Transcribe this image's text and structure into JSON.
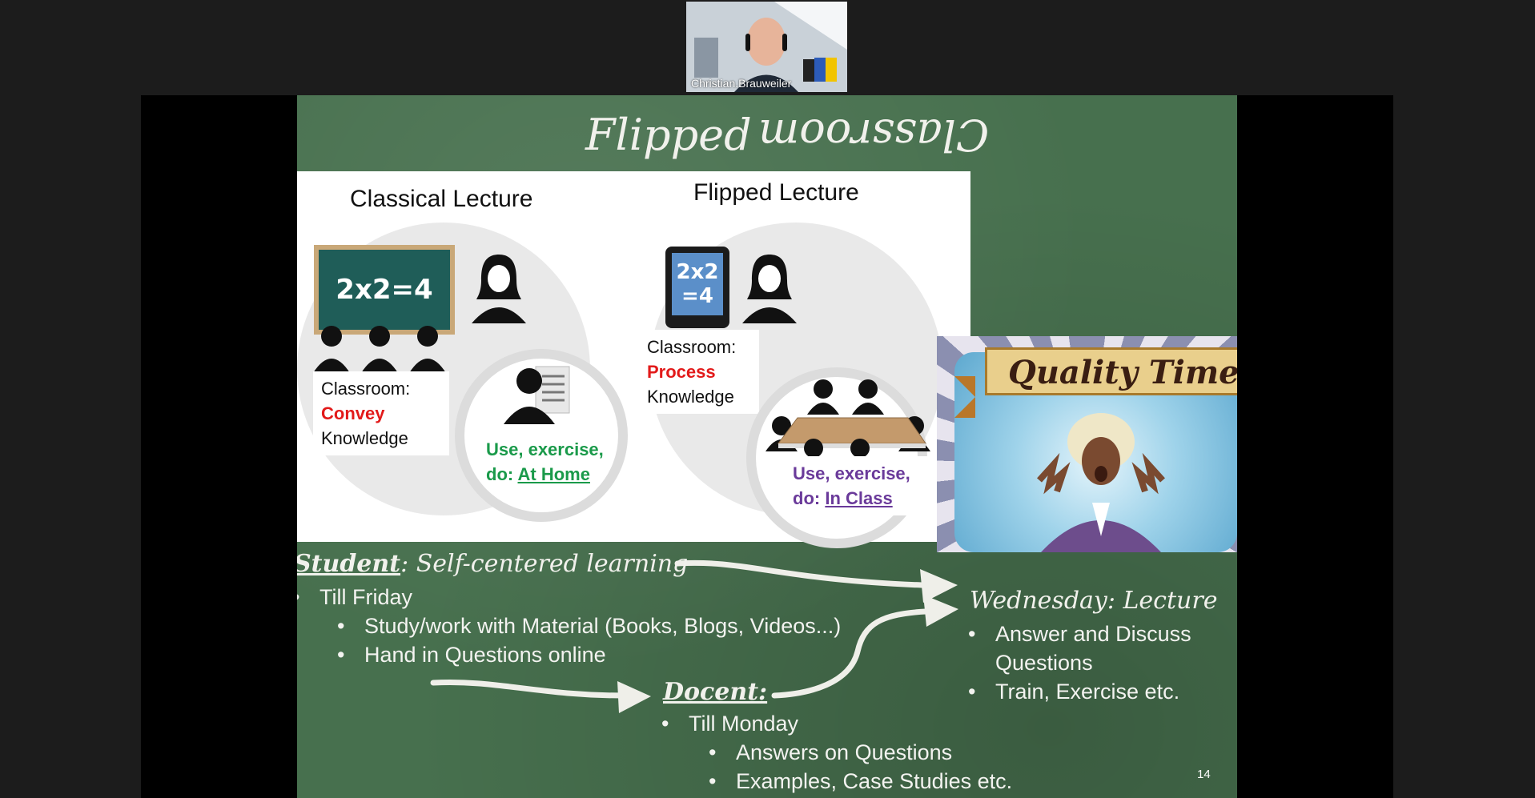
{
  "meeting": {
    "participant_name": "Christian.Brauweiler"
  },
  "slide": {
    "title_word_1": "Flipped",
    "title_word_2": "Classroom",
    "number": "14",
    "classical": {
      "heading": "Classical  Lecture",
      "board_text": "2x2=4",
      "classroom_label": "Classroom:",
      "action": "Convey",
      "object": "Knowledge",
      "home_prefix": "Use, exercise,",
      "home_do": "do: ",
      "home_place": "At Home"
    },
    "flipped": {
      "heading": "Flipped  Lecture",
      "tablet_line_1": "2x2",
      "tablet_line_2": "=4",
      "classroom_label": "Classroom:",
      "action": "Process",
      "object": "Knowledge",
      "class_prefix": "Use, exercise,",
      "class_do": "do: ",
      "class_place": "In Class"
    },
    "quality_image_text": "Quality Time",
    "student": {
      "heading_label": "Student",
      "heading_rest": ": Self-centered learning",
      "bullet": "Till Friday",
      "sub_bullets": [
        "Study/work with Material (Books, Blogs, Videos...)",
        "Hand in Questions online"
      ]
    },
    "docent": {
      "heading": "Docent:",
      "bullet": "Till Monday",
      "sub_bullets": [
        "Answers on Questions",
        "Examples, Case Studies etc."
      ]
    },
    "wednesday": {
      "heading": "Wednesday: Lecture",
      "bullets": [
        "Answer and Discuss",
        "Questions",
        "Train, Exercise etc."
      ]
    }
  },
  "colors": {
    "chalkboard_green": "#47704e",
    "convey_red": "#e21a1a",
    "home_green": "#1a9a4a",
    "class_purple": "#6a3a9a"
  }
}
